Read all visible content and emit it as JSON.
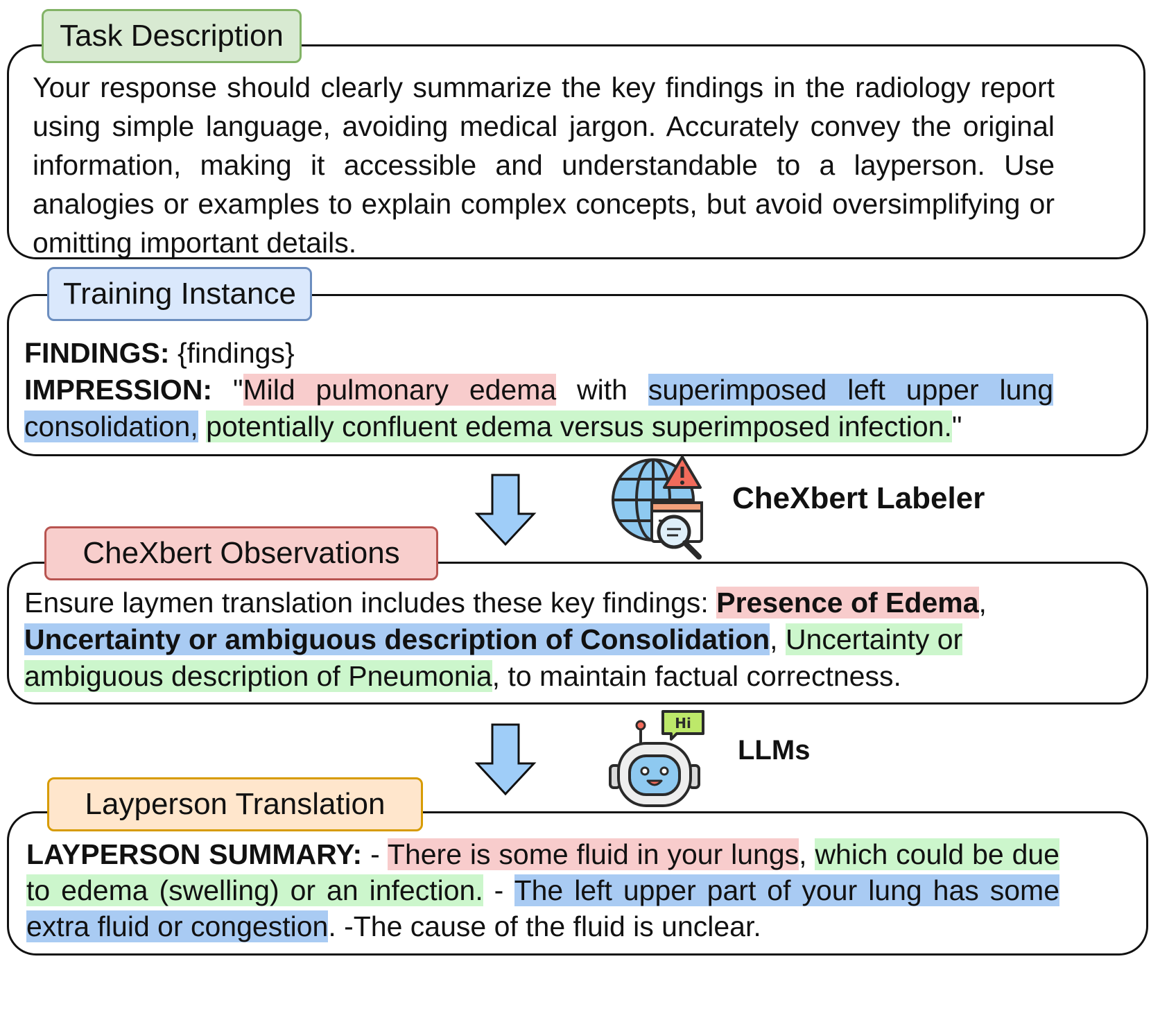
{
  "task": {
    "title": "Task Description",
    "body": "Your response should clearly summarize the key findings in the radiology report using simple language, avoiding medical jargon. Accurately convey the original information, making it accessible and understandable to a layperson. Use analogies or examples to explain complex concepts, but avoid oversimplifying or omitting important details."
  },
  "training": {
    "title": "Training Instance",
    "findings_label": "FINDINGS:",
    "findings_value": " {findings}",
    "impression_label": "IMPRESSION:",
    "quote_open": " \"",
    "seg_red": "Mild pulmonary edema",
    "seg_with": " with ",
    "seg_blue": "superimposed left upper lung consolidation,",
    "seg_space": " ",
    "seg_green": "potentially confluent edema versus superimposed infection.",
    "quote_close": "\""
  },
  "labeler": {
    "label": "CheXbert Labeler",
    "icon": "globe-warning-search-icon"
  },
  "observations": {
    "title": "CheXbert Observations",
    "intro": "Ensure laymen translation includes these key findings: ",
    "seg_red": "Presence of Edema",
    "comma1": ",",
    "seg_blue": "Uncertainty or ambiguous description of Consolidation",
    "comma2": ", ",
    "seg_green": "Uncertainty or ambiguous description of Pneumonia",
    "outro": ", to maintain factual correctness."
  },
  "llms": {
    "label": "LLMs",
    "icon": "robot-hi-icon",
    "bubble_text": "Hi"
  },
  "layperson": {
    "title": "Layperson Translation",
    "summary_label": "LAYPERSON SUMMARY:",
    "dash1": " - ",
    "seg_red": "There is some fluid in your lungs",
    "comma": ", ",
    "seg_green": "which could be due to edema (swelling) or an infection.",
    "dash2": " - ",
    "seg_blue": "The left upper part of your lung has some extra fluid or congestion",
    "outro": ". -The cause of the fluid is unclear."
  },
  "colors": {
    "task_tab_bg": "#d8ead2",
    "task_tab_border": "#82b366",
    "training_tab_bg": "#dae8fc",
    "training_tab_border": "#6c8ebf",
    "obs_tab_bg": "#f8cecc",
    "obs_tab_border": "#b85450",
    "lay_tab_bg": "#ffe6cc",
    "lay_tab_border": "#d79b00",
    "arrow_fill": "#9fcdf8",
    "highlight_red": "#f8cccc",
    "highlight_blue": "#a9cbf3",
    "highlight_green": "#ccf6cc"
  }
}
